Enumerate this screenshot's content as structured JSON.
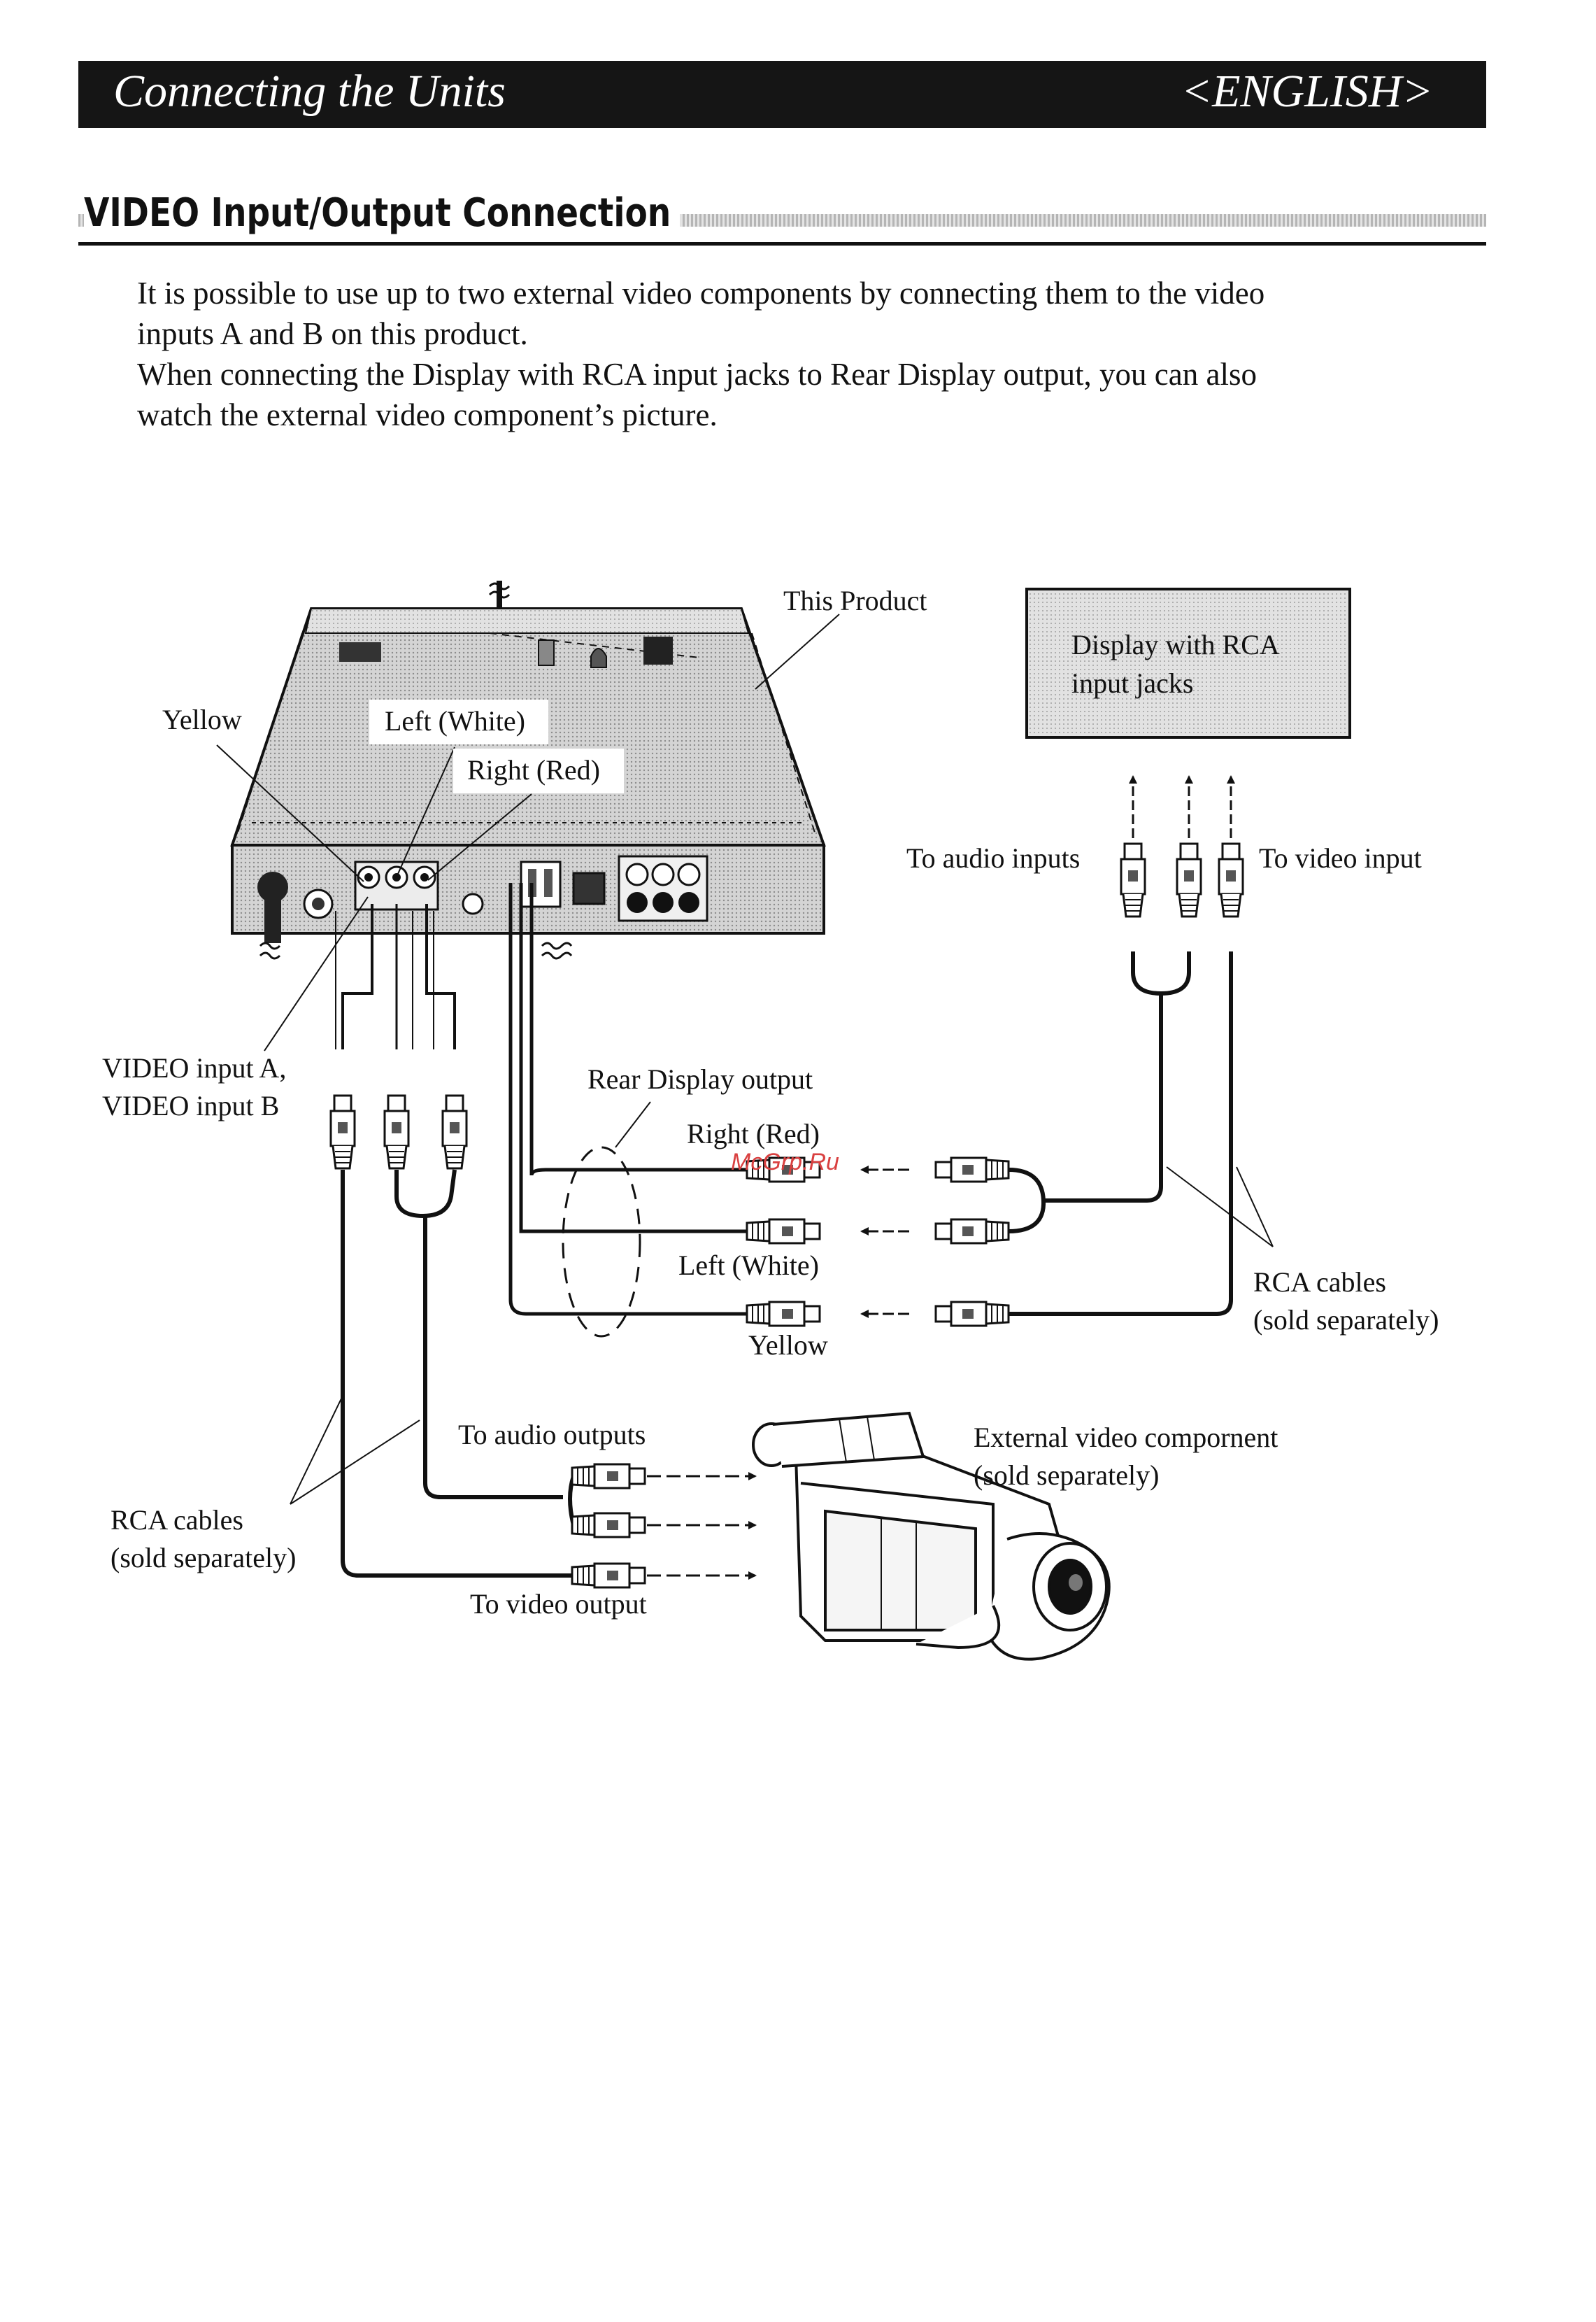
{
  "header": {
    "title": "Connecting the Units",
    "language": "<ENGLISH>"
  },
  "section": {
    "heading": "VIDEO Input/Output Connection"
  },
  "intro": {
    "paragraph1_line1": "It is possible to use up to two external video components by connecting them to the video",
    "paragraph1_line2": "inputs A and B on this product.",
    "paragraph2_line1": "When connecting the Display with RCA input jacks to Rear Display output, you can also",
    "paragraph2_line2": "watch the external video component’s picture."
  },
  "labels": {
    "this_product": "This Product",
    "display_line1": "Display with RCA",
    "display_line2": "input jacks",
    "yellow_top": "Yellow",
    "left_white_top": "Left (White)",
    "right_red_top": "Right (Red)",
    "to_audio_inputs": "To audio inputs",
    "to_video_input": "To video input",
    "video_input_a": "VIDEO input A,",
    "video_input_b": "VIDEO input B",
    "rear_display_output": "Rear Display output",
    "right_red": "Right (Red)",
    "left_white": "Left (White)",
    "yellow": "Yellow",
    "rca_cables_right_line1": "RCA cables",
    "rca_cables_right_line2": "(sold separately)",
    "to_audio_outputs": "To audio outputs",
    "external_video_line1": "External video compornent",
    "external_video_line2": "(sold separately)",
    "rca_cables_left_line1": "RCA cables",
    "rca_cables_left_line2": "(sold separately)",
    "to_video_output": "To video output",
    "watermark": "McGrp.Ru"
  }
}
